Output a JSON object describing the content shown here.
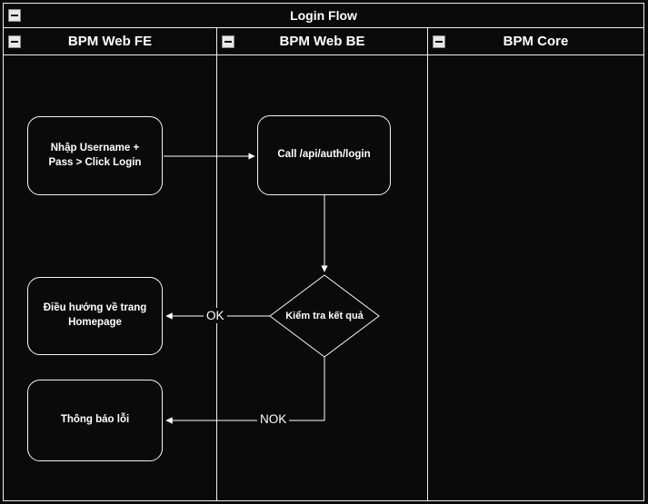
{
  "diagram": {
    "title": "Login Flow",
    "lanes": [
      {
        "label": "BPM Web FE"
      },
      {
        "label": "BPM Web BE"
      },
      {
        "label": "BPM Core"
      }
    ],
    "nodes": {
      "enter_credentials": "Nhập Username + Pass > Click Login",
      "call_api": "Call /api/auth/login",
      "check_result": "Kiểm tra kết quả",
      "redirect_homepage": "Điều hướng về trang Homepage",
      "error_message": "Thông báo lỗi"
    },
    "edges": {
      "ok_label": "OK",
      "nok_label": "NOK"
    },
    "icons": {
      "collapse": "minus-icon"
    },
    "colors": {
      "background": "#0a0a0a",
      "line": "#ffffff",
      "text": "#ffffff",
      "collapse_button": "#e8e8e8"
    }
  }
}
